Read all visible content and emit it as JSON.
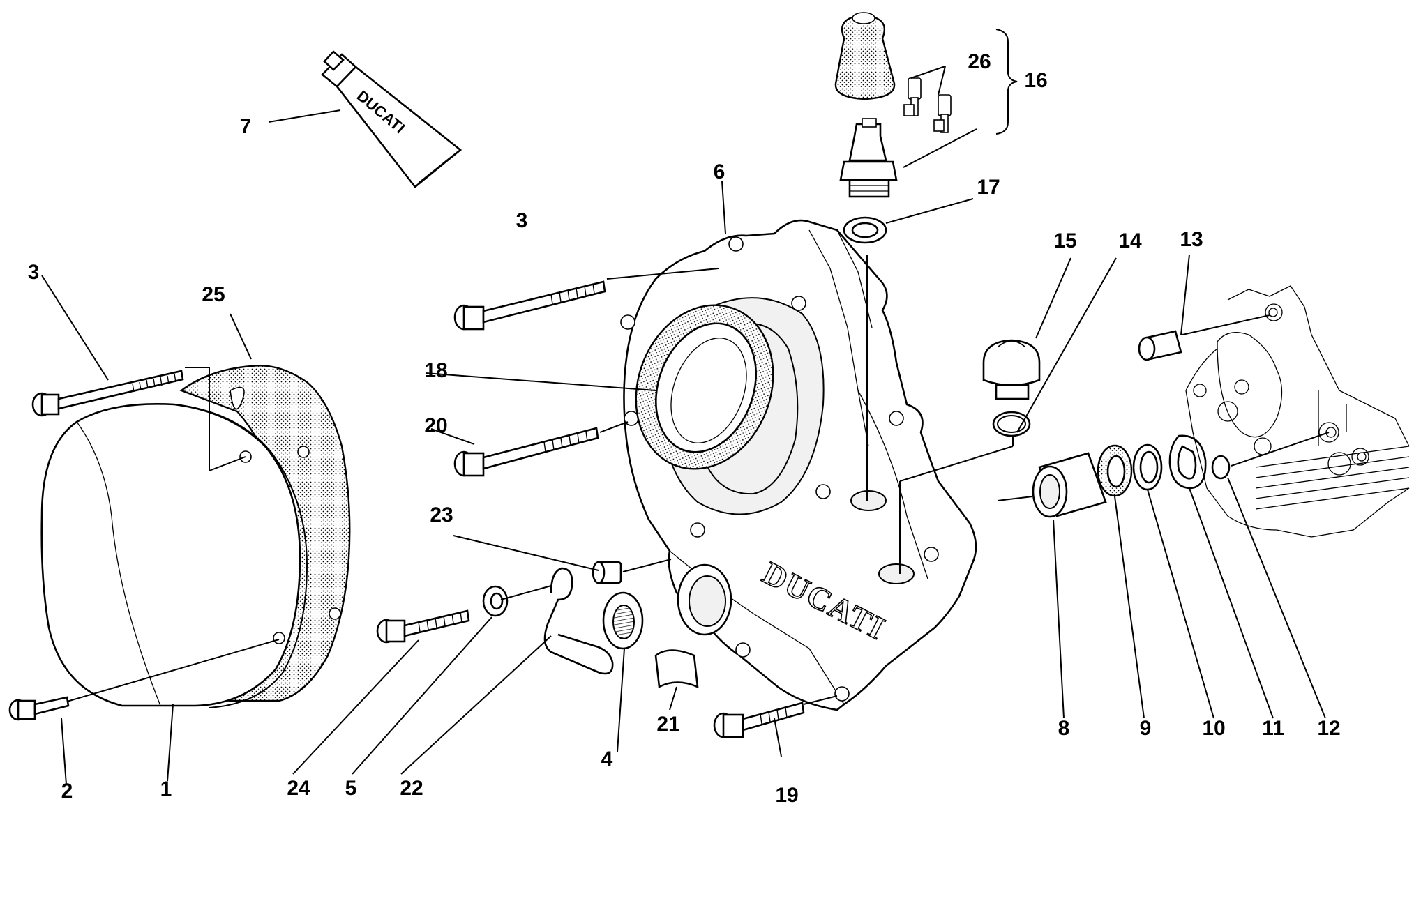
{
  "diagram": {
    "brand_text": "DUCATI",
    "callouts": [
      {
        "id": "c1",
        "label": "1"
      },
      {
        "id": "c2",
        "label": "2"
      },
      {
        "id": "c3a",
        "label": "3"
      },
      {
        "id": "c3b",
        "label": "3"
      },
      {
        "id": "c4",
        "label": "4"
      },
      {
        "id": "c5",
        "label": "5"
      },
      {
        "id": "c6",
        "label": "6"
      },
      {
        "id": "c7",
        "label": "7"
      },
      {
        "id": "c8",
        "label": "8"
      },
      {
        "id": "c9",
        "label": "9"
      },
      {
        "id": "c10",
        "label": "10"
      },
      {
        "id": "c11",
        "label": "11"
      },
      {
        "id": "c12",
        "label": "12"
      },
      {
        "id": "c13",
        "label": "13"
      },
      {
        "id": "c14",
        "label": "14"
      },
      {
        "id": "c15",
        "label": "15"
      },
      {
        "id": "c16",
        "label": "16"
      },
      {
        "id": "c17",
        "label": "17"
      },
      {
        "id": "c18",
        "label": "18"
      },
      {
        "id": "c19",
        "label": "19"
      },
      {
        "id": "c20",
        "label": "20"
      },
      {
        "id": "c21",
        "label": "21"
      },
      {
        "id": "c22",
        "label": "22"
      },
      {
        "id": "c23",
        "label": "23"
      },
      {
        "id": "c24",
        "label": "24"
      },
      {
        "id": "c25",
        "label": "25"
      },
      {
        "id": "c26",
        "label": "26"
      }
    ]
  }
}
